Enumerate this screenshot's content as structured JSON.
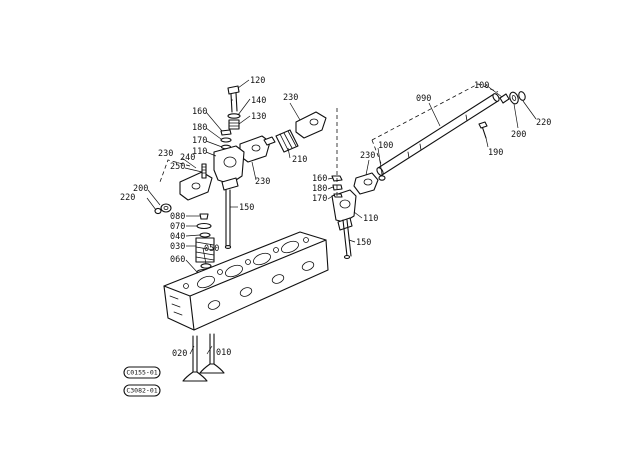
{
  "part_numbers": {
    "p010": "010",
    "p020": "020",
    "p030": "030",
    "p040": "040",
    "p050": "050",
    "p060": "060",
    "p070": "070",
    "p080": "080",
    "p090": "090",
    "p100a": "100",
    "p100b": "100",
    "p110a": "110",
    "p110b": "110",
    "p120": "120",
    "p130": "130",
    "p140": "140",
    "p150a": "150",
    "p150b": "150",
    "p160a": "160",
    "p160b": "160",
    "p170a": "170",
    "p170b": "170",
    "p180a": "180",
    "p180b": "180",
    "p190": "190",
    "p200a": "200",
    "p200b": "200",
    "p210": "210",
    "p220a": "220",
    "p220b": "220",
    "p230a": "230",
    "p230b": "230",
    "p230c": "230",
    "p230d": "230",
    "p240": "240",
    "p250": "250"
  },
  "badges": {
    "top": "C0155-01",
    "bottom": "C3082-01"
  }
}
